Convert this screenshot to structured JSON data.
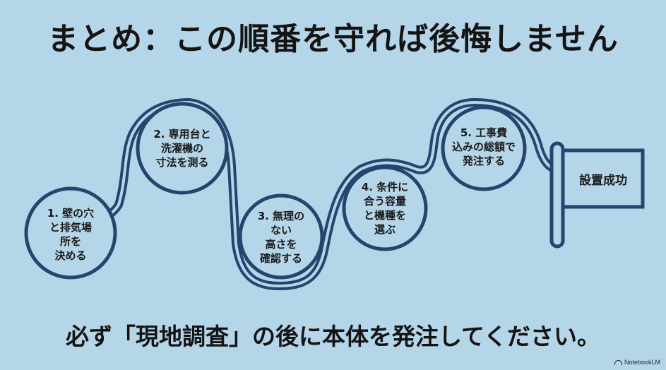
{
  "title": "まとめ：この順番を守れば後悔しません",
  "steps": [
    {
      "lines": [
        "1. 壁の穴",
        "と排気場",
        "所を",
        "決める"
      ]
    },
    {
      "lines": [
        "2. 専用台と",
        "洗濯機の",
        "寸法を測る"
      ]
    },
    {
      "lines": [
        "3. 無理の",
        "ない",
        "高さを",
        "確認する"
      ]
    },
    {
      "lines": [
        "4. 条件に",
        "合う容量",
        "と機種を",
        "選ぶ"
      ]
    },
    {
      "lines": [
        "5. 工事費",
        "込みの総額で",
        "発注する"
      ]
    }
  ],
  "goal": "設置成功",
  "footer": "必ず「現地調査」の後に本体を発注してください。",
  "brand": "NotebookLM",
  "colors": {
    "background": "#b5d5e9",
    "path": "#27446e",
    "text": "#141414"
  }
}
